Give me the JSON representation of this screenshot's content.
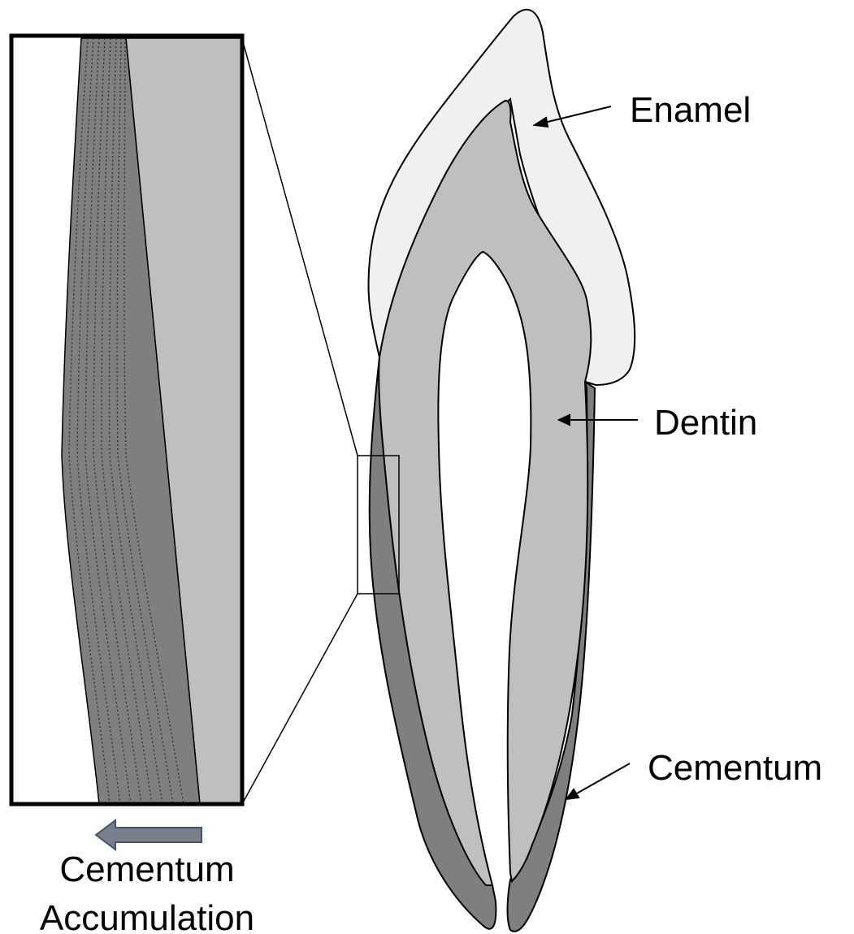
{
  "labels": {
    "enamel": "Enamel",
    "dentin": "Dentin",
    "cementum": "Cementum",
    "accumulation_line1": "Cementum",
    "accumulation_line2": "Accumulation"
  },
  "colors": {
    "enamel": "#f0f0f0",
    "dentin": "#bfbfbf",
    "cementum": "#7f7f7f",
    "outline": "#000000",
    "arrow_fill": "#7b7f8b",
    "arrow_stroke": "#44546a"
  }
}
